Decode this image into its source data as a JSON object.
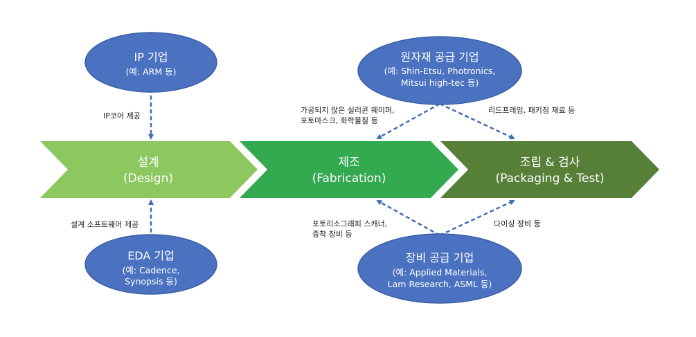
{
  "colors": {
    "ellipse_fill": "#4a72c0",
    "ellipse_stroke": "#3a5fa6",
    "stage1": "#8cc85f",
    "stage2": "#33a950",
    "stage3": "#568038",
    "arrow": "#3f6db3"
  },
  "stages": [
    {
      "title": "설계",
      "subtitle": "(Design)"
    },
    {
      "title": "제조",
      "subtitle": "(Fabrication)"
    },
    {
      "title": "조립 & 검사",
      "subtitle": "(Packaging & Test)"
    }
  ],
  "ip": {
    "title": "IP 기업",
    "line1": "(예: ARM 등)"
  },
  "eda": {
    "title": "EDA 기업",
    "line1": "(예: Cadence,",
    "line2": "Synopsis 등)"
  },
  "materials": {
    "title": "원자재 공급 기업",
    "line1": "(예: Shin-Etsu, Photronics,",
    "line2": "Mitsui high-tec 등)"
  },
  "equipment": {
    "title": "장비 공급 기업",
    "line1": "(예: Applied Materials,",
    "line2": "Lam Research, ASML 등)"
  },
  "labels": {
    "ip_core": "IP코어 제공",
    "design_sw": "설계 소프트웨어 제공",
    "wafer_line1": "가공되지 않은 실리콘 웨이퍼,",
    "wafer_line2": "포토마스크, 화학물질 등",
    "leadframe": "리드프레임, 패키징 재료 등",
    "litho_line1": "포토리소그래피 스캐너,",
    "litho_line2": "증착 장비 등",
    "dicing": "다이싱 장비 등"
  }
}
